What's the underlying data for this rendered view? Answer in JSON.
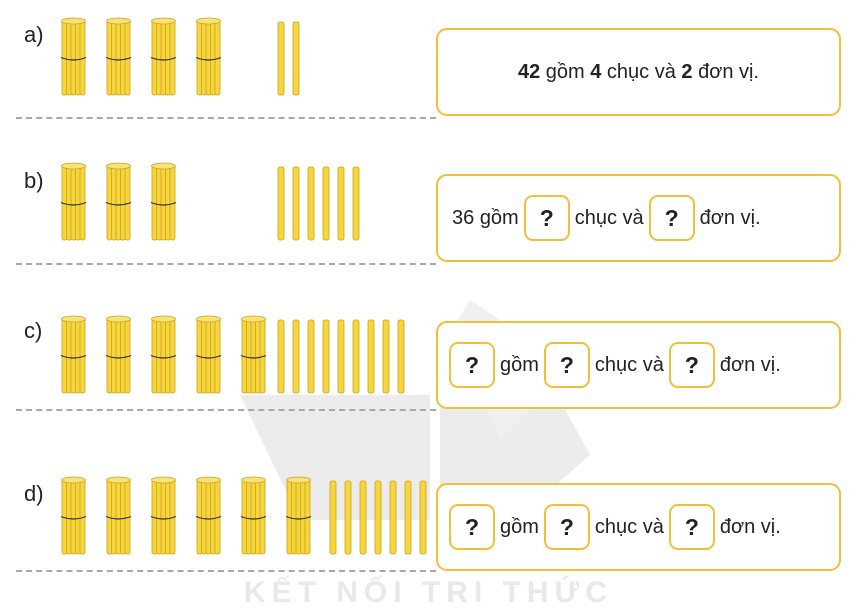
{
  "watermark": {
    "text": "KẾT NỐI TRI THỨC"
  },
  "colors": {
    "stick": "#f6d63c",
    "stick_dark": "#caa21c",
    "box_border": "#f3bf3a",
    "dash": "#a8a8a8"
  },
  "rows": [
    {
      "label": "a)",
      "bundles": 4,
      "singles": 2,
      "sentence": {
        "number": "42",
        "w1": "gồm",
        "tens": "4",
        "w2": "chục và",
        "ones": "2",
        "w3": "đơn vị."
      }
    },
    {
      "label": "b)",
      "bundles": 3,
      "singles": 6,
      "sentence": {
        "number": "36",
        "w1": "gồm",
        "q1": "?",
        "w2": "chục và",
        "q2": "?",
        "w3": "đơn vị."
      }
    },
    {
      "label": "c)",
      "bundles": 5,
      "singles": 9,
      "sentence": {
        "q0": "?",
        "w1": "gồm",
        "q1": "?",
        "w2": "chục và",
        "q2": "?",
        "w3": "đơn vị."
      }
    },
    {
      "label": "d)",
      "bundles": 6,
      "singles": 7,
      "sentence": {
        "q0": "?",
        "w1": "gồm",
        "q1": "?",
        "w2": "chục và",
        "q2": "?",
        "w3": "đơn vị."
      }
    }
  ]
}
